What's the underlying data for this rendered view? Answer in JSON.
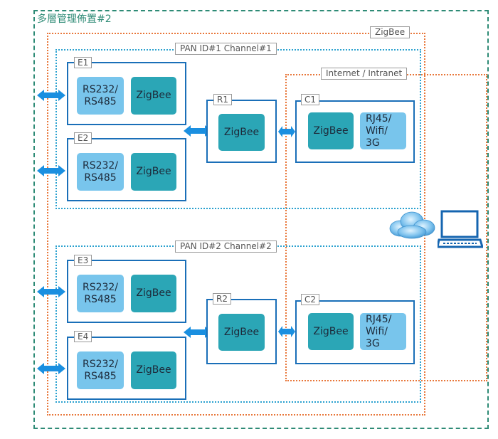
{
  "title": "多層管理佈置#2",
  "zones": {
    "zigbee": "ZigBee",
    "internet": "Internet / Intranet",
    "pan1": "PAN ID#1 Channel#1",
    "pan2": "PAN ID#2 Channel#2"
  },
  "nodes": {
    "e1": {
      "label": "E1",
      "serial": "RS232/\nRS485",
      "radio": "ZigBee"
    },
    "e2": {
      "label": "E2",
      "serial": "RS232/\nRS485",
      "radio": "ZigBee"
    },
    "e3": {
      "label": "E3",
      "serial": "RS232/\nRS485",
      "radio": "ZigBee"
    },
    "e4": {
      "label": "E4",
      "serial": "RS232/\nRS485",
      "radio": "ZigBee"
    },
    "r1": {
      "label": "R1",
      "radio": "ZigBee"
    },
    "r2": {
      "label": "R2",
      "radio": "ZigBee"
    },
    "c1": {
      "label": "C1",
      "radio": "ZigBee",
      "wan": "RJ45/\nWifi/\n3G"
    },
    "c2": {
      "label": "C2",
      "radio": "ZigBee",
      "wan": "RJ45/\nWifi/\n3G"
    }
  },
  "icons": {
    "cloud": "cloud-icon",
    "computer": "laptop-icon",
    "link": "double-arrow-icon"
  },
  "colors": {
    "outer_border": "#2e8b76",
    "zone_border": "#e8773a",
    "pan_border": "#2aa1cf",
    "node_border": "#1a6fb8",
    "serial_module": "#78c5ec",
    "zigbee_module": "#2ba6b6",
    "arrow": "#1a8fe0"
  }
}
